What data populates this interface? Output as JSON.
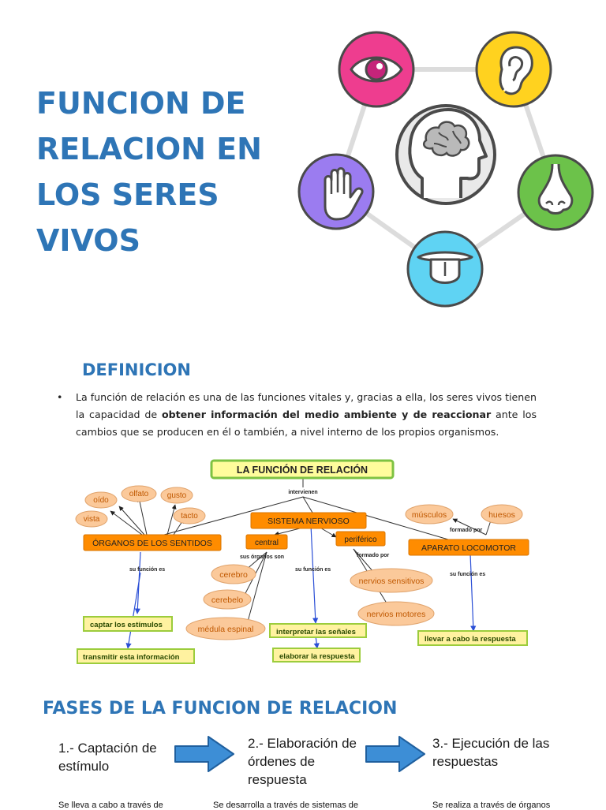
{
  "title_lines": [
    "FUNCION DE",
    "RELACION EN",
    "LOS SERES",
    "VIVOS"
  ],
  "definition": {
    "heading": "DEFINICION",
    "bullet": "•",
    "text_before": "La función de relación es una de las funciones vitales y, gracias a ella, los seres vivos tienen la capacidad de ",
    "text_bold": "obtener información del medio ambiente y de reaccionar",
    "text_after": " ante los cambios que se producen en él o también, a nivel interno de los propios organismos."
  },
  "concept_map": {
    "root": "LA FUNCIÓN DE RELACIÓN",
    "intervienen": "intervienen",
    "organos": "ÓRGANOS DE LOS SENTIDOS",
    "sistema": "SISTEMA NERVIOSO",
    "aparato": "APARATO LOCOMOTOR",
    "senses": [
      "oído",
      "olfato",
      "gusto",
      "vista",
      "tacto"
    ],
    "central": "central",
    "periferico": "periférico",
    "sus_organos_son": "sus órganos son",
    "formado_por": "formado por",
    "formado_por_2": "formado por",
    "su_funcion_es_1": "su función  es",
    "su_funcion_es_2": "su función es",
    "su_funcion_es_3": "su función es",
    "cerebro": "cerebro",
    "cerebelo": "cerebelo",
    "medula": "médula espinal",
    "nervios_sensitivos": "nervios sensitivos",
    "nervios_motores": "nervios motores",
    "musculos": "músculos",
    "huesos": "huesos",
    "captar": "captar los estímulos",
    "transmitir": "transmitir esta información",
    "interpretar": "interpretar las señales",
    "elaborar": "elaborar la respuesta",
    "llevar": "llevar a cabo la respuesta"
  },
  "fases": {
    "heading": "FASES DE LA FUNCION DE RELACION",
    "step1": "1.- Captación de estímulo",
    "step2": "2.- Elaboración de órdenes de respuesta",
    "step3": "3.- Ejecución de las respuestas",
    "note1": "Se lleva a cabo a través de",
    "note2": "Se desarrolla a través de sistemas de",
    "note3": "Se realiza a través de órganos"
  },
  "colors": {
    "heading_blue": "#2e75b6",
    "eye_pink": "#ee3d8f",
    "ear_yellow": "#ffd21f",
    "nose_green": "#6cc24a",
    "tongue_cyan": "#5fd3f3",
    "hand_purple": "#9b7cf0",
    "node_orange": "#ff8c00",
    "bubble_peach": "#fbc99a",
    "leaf_yellow": "#fff2a0",
    "root_green": "#7ec242",
    "arrow_blue": "#3d8ed6"
  },
  "icons": [
    "eye-icon",
    "ear-icon",
    "nose-icon",
    "tongue-icon",
    "hand-icon",
    "brain-head-icon"
  ]
}
